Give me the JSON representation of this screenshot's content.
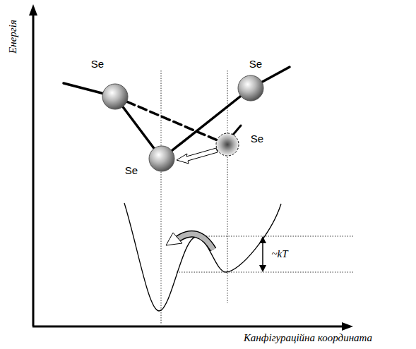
{
  "diagram": {
    "labels": [
      "Енергія",
      "Se",
      "Se",
      "Se",
      "Se",
      "~kT",
      "Канфігураційна координата"
    ]
  }
}
